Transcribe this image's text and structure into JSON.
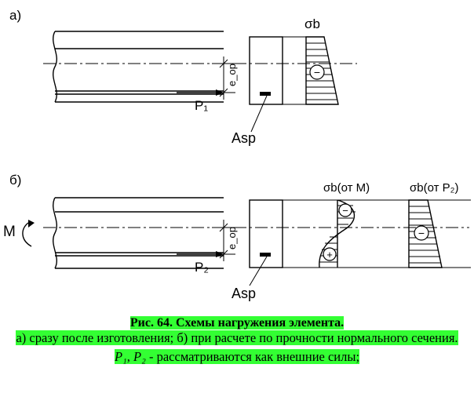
{
  "figure": {
    "part_a": {
      "marker": "а)",
      "eccentricity_label": "e_op",
      "force_label": "P₁",
      "area_label": "Asp",
      "stress_label": "σb",
      "stress_sign": "−"
    },
    "part_b": {
      "marker": "б)",
      "moment_label": "M",
      "eccentricity_label": "e_op",
      "force_label": "P₂",
      "area_label": "Asp",
      "stress_label_moment": "σb(от M)",
      "stress_label_force": "σb(от P₂)",
      "sign_top": "−",
      "sign_bottom": "+",
      "sign_force": "−"
    }
  },
  "caption": {
    "title": "Рис. 64.  Схемы нагружения элемента.",
    "line1": "а) сразу после изготовления; б) при расчете по прочности нормального сечения.",
    "forces_p1": "P₁",
    "forces_sep": ", ",
    "forces_p2": "P₂",
    "forces_text": "  - рассматриваются как внешние силы;"
  }
}
